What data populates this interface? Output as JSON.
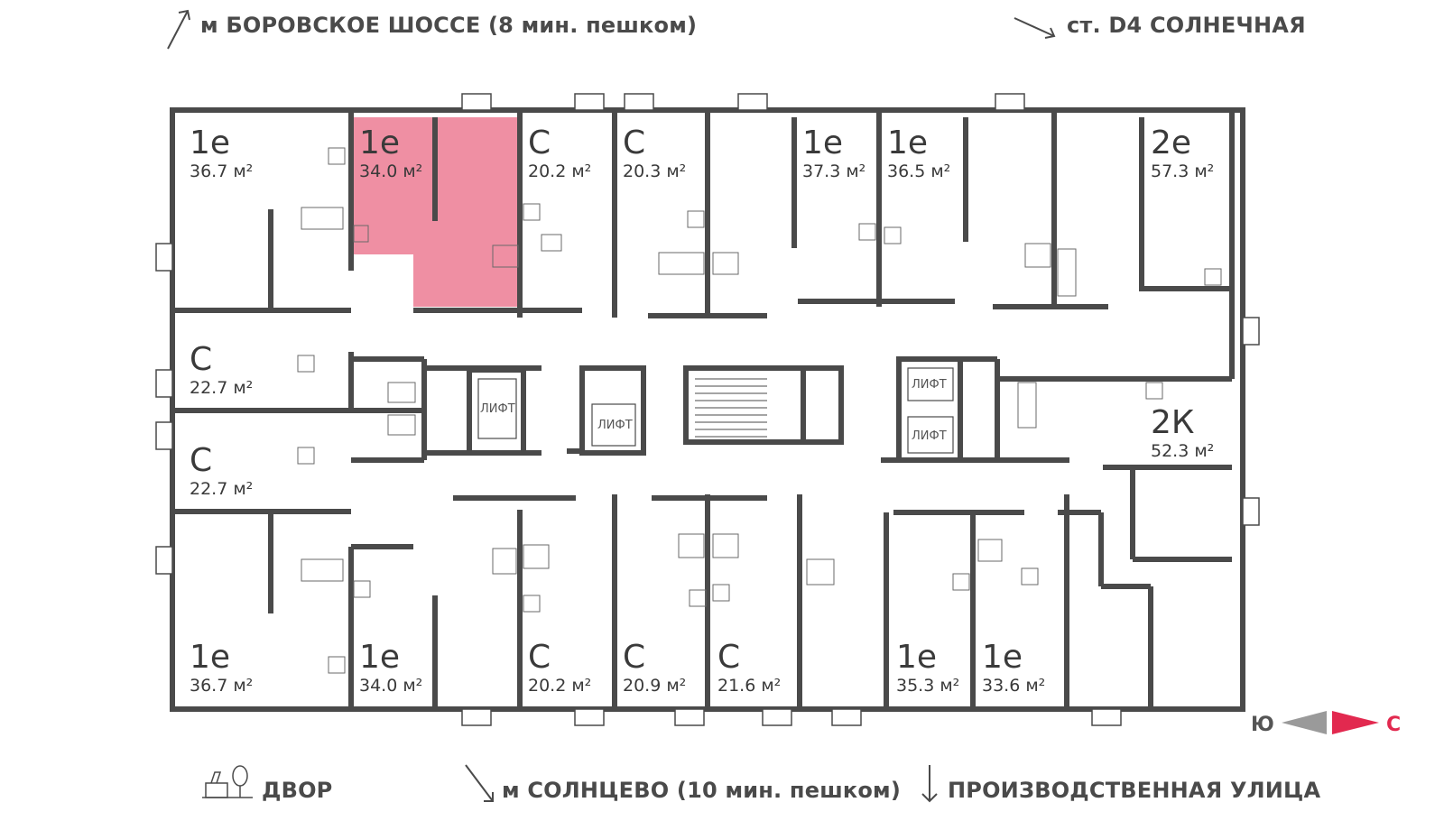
{
  "directions": {
    "top_left": "м БОРОВСКОЕ ШОССЕ (8 мин. пешком)",
    "top_right": "ст. D4 СОЛНЕЧНАЯ",
    "bottom_yard": "ДВОР",
    "bottom_mid": "м СОЛНЦЕВО (10 мин. пешком)",
    "bottom_right": "ПРОИЗВОДСТВЕННАЯ УЛИЦА"
  },
  "compass": {
    "south": "Ю",
    "north": "С",
    "north_color": "#e2294f",
    "south_color": "#9a9a9a"
  },
  "highlight_color": "#ef8fa3",
  "wall_color": "#4a4a4a",
  "elevator_label": "ЛИФТ",
  "apartments": {
    "top_1": {
      "type": "1е",
      "area": "36.7 м²"
    },
    "top_2": {
      "type": "1е",
      "area": "34.0 м²",
      "selected": true
    },
    "top_3": {
      "type": "С",
      "area": "20.2 м²"
    },
    "top_4": {
      "type": "С",
      "area": "20.3 м²"
    },
    "top_5": {
      "type": "1е",
      "area": "37.3 м²"
    },
    "top_6": {
      "type": "1е",
      "area": "36.5 м²"
    },
    "top_7": {
      "type": "2е",
      "area": "57.3 м²"
    },
    "left_1": {
      "type": "С",
      "area": "22.7 м²"
    },
    "left_2": {
      "type": "С",
      "area": "22.7 м²"
    },
    "right_1": {
      "type": "2К",
      "area": "52.3 м²"
    },
    "bot_1": {
      "type": "1е",
      "area": "36.7 м²"
    },
    "bot_2": {
      "type": "1е",
      "area": "34.0 м²"
    },
    "bot_3": {
      "type": "С",
      "area": "20.2 м²"
    },
    "bot_4": {
      "type": "С",
      "area": "20.9 м²"
    },
    "bot_5": {
      "type": "С",
      "area": "21.6 м²"
    },
    "bot_6": {
      "type": "1е",
      "area": "35.3 м²"
    },
    "bot_7": {
      "type": "1е",
      "area": "33.6 м²"
    }
  }
}
